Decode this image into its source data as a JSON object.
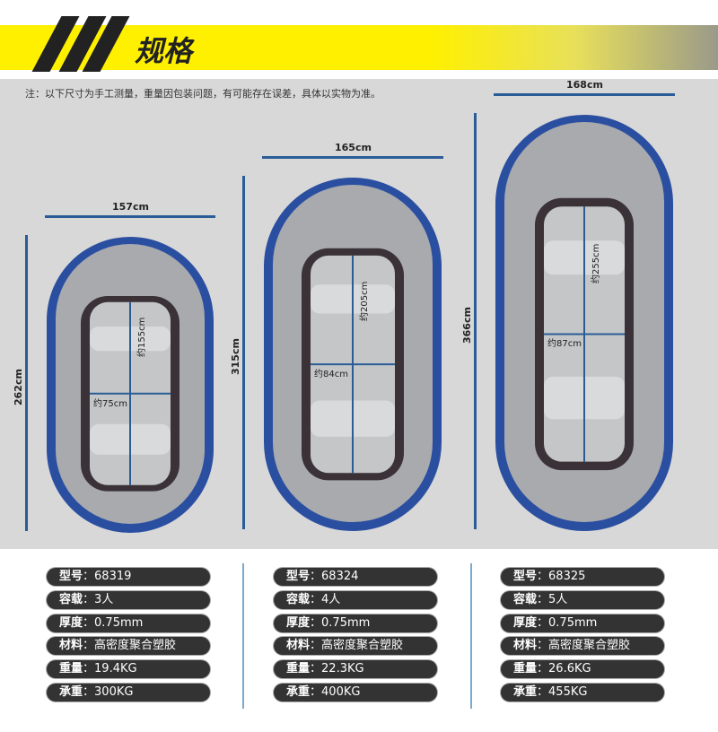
{
  "header": {
    "title": "规格"
  },
  "note": "注：以下尺寸为手工测量，重量因包装问题，有可能存在误差，具体以实物为准。",
  "boats": [
    {
      "width": "157cm",
      "length": "262cm",
      "inner_length": "约155cm",
      "inner_width": "约75cm"
    },
    {
      "width": "165cm",
      "length": "315cm",
      "inner_length": "约205cm",
      "inner_width": "约84cm"
    },
    {
      "width": "168cm",
      "length": "366cm",
      "inner_length": "约255cm",
      "inner_width": "约87cm"
    }
  ],
  "specs": [
    {
      "rows": [
        {
          "k": "型号",
          "v": "68319"
        },
        {
          "k": "容载",
          "v": "3人"
        },
        {
          "k": "厚度",
          "v": "0.75mm"
        },
        {
          "k": "材料",
          "v": "高密度聚合塑胶"
        },
        {
          "k": "重量",
          "v": "19.4KG"
        },
        {
          "k": "承重",
          "v": "300KG"
        }
      ]
    },
    {
      "rows": [
        {
          "k": "型号",
          "v": "68324"
        },
        {
          "k": "容载",
          "v": "4人"
        },
        {
          "k": "厚度",
          "v": "0.75mm"
        },
        {
          "k": "材料",
          "v": "高密度聚合塑胶"
        },
        {
          "k": "重量",
          "v": "22.3KG"
        },
        {
          "k": "承重",
          "v": "400KG"
        }
      ]
    },
    {
      "rows": [
        {
          "k": "型号",
          "v": "68325"
        },
        {
          "k": "容载",
          "v": "5人"
        },
        {
          "k": "厚度",
          "v": "0.75mm"
        },
        {
          "k": "材料",
          "v": "高密度聚合塑胶"
        },
        {
          "k": "重量",
          "v": "26.6KG"
        },
        {
          "k": "承重",
          "v": "455KG"
        }
      ]
    }
  ],
  "colors": {
    "yellow": "#fff000",
    "blue": "#2a5d96",
    "boat": "#9a9ca0"
  }
}
